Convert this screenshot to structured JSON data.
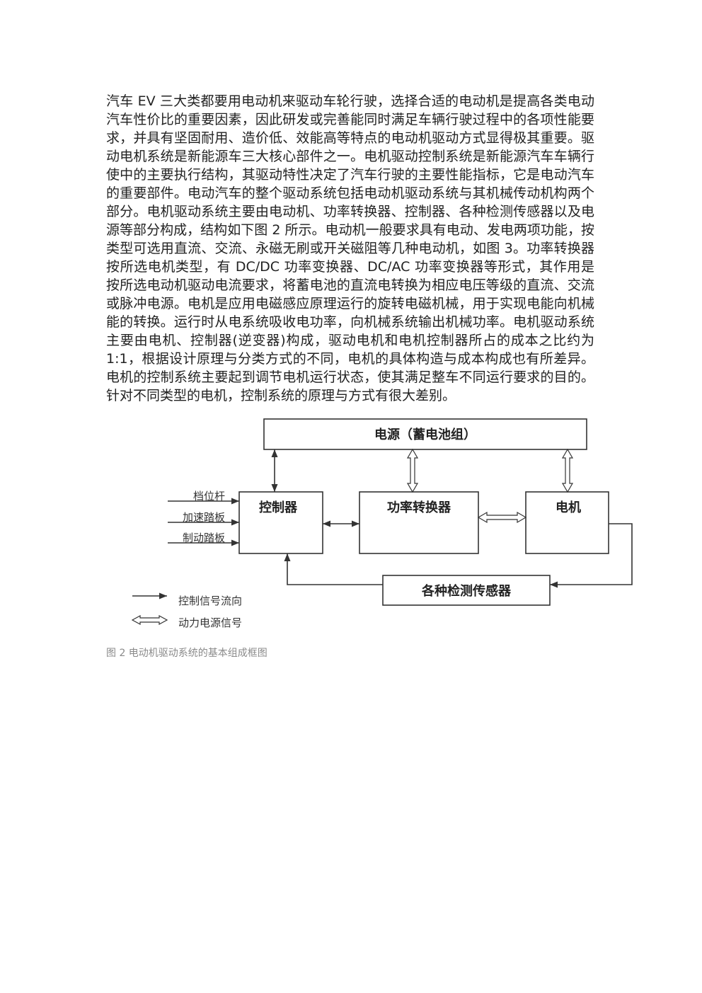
{
  "paragraph": {
    "lines": [
      "汽车 EV 三大类都要用电动机来驱动车轮行驶，选择合适的电动机是提高各类电动",
      "汽车性价比的重要因素，因此研发或完善能同时满足车辆行驶过程中的各项性能要",
      "求，并具有坚固耐用、造价低、效能高等特点的电动机驱动方式显得极其重要。驱",
      "动电机系统是新能源车三大核心部件之一。电机驱动控制系统是新能源汽车车辆行",
      "使中的主要执行结构，其驱动特性决定了汽车行驶的主要性能指标，它是电动汽车",
      "的重要部件。电动汽车的整个驱动系统包括电动机驱动系统与其机械传动机构两个",
      "部分。电机驱动系统主要由电动机、功率转换器、控制器、各种检测传感器以及电",
      "源等部分构成，结构如下图 2 所示。电动机一般要求具有电动、发电两项功能，按",
      "类型可选用直流、交流、永磁无刷或开关磁阻等几种电动机，如图 3。功率转换器",
      "按所选电机类型，有 DC/DC 功率变换器、DC/AC 功率变换器等形式，其作用是",
      "按所选电动机驱动电流要求，将蓄电池的直流电转换为相应电压等级的直流、交流",
      "或脉冲电源。电机是应用电磁感应原理运行的旋转电磁机械，用于实现电能向机械",
      "能的转换。运行时从电系统吸收电功率，向机械系统输出机械功率。电机驱动系统",
      "主要由电机、控制器(逆变器)构成，驱动电机和电机控制器所占的成本之比约为",
      "1:1，根据设计原理与分类方式的不同，电机的具体构造与成本构成也有所差异。",
      "电机的控制系统主要起到调节电机运行状态，使其满足整车不同运行要求的目的。",
      "针对不同类型的电机，控制系统的原理与方式有很大差别。"
    ]
  },
  "figure": {
    "nodes": {
      "power": "电源（蓄电池组）",
      "controller": "控制器",
      "converter": "功率转换器",
      "motor": "电机",
      "sensors": "各种检测传感器"
    },
    "inputs": [
      "档位杆",
      "加速踏板",
      "制动踏板"
    ],
    "legend": {
      "control_signal": "控制信号流向",
      "power_signal": "动力电源信号"
    },
    "caption": "图 2 电动机驱动系统的基本组成框图"
  },
  "colors": {
    "text": "#222222",
    "caption": "#8a8a8a",
    "diagram_stroke": "#333333"
  }
}
